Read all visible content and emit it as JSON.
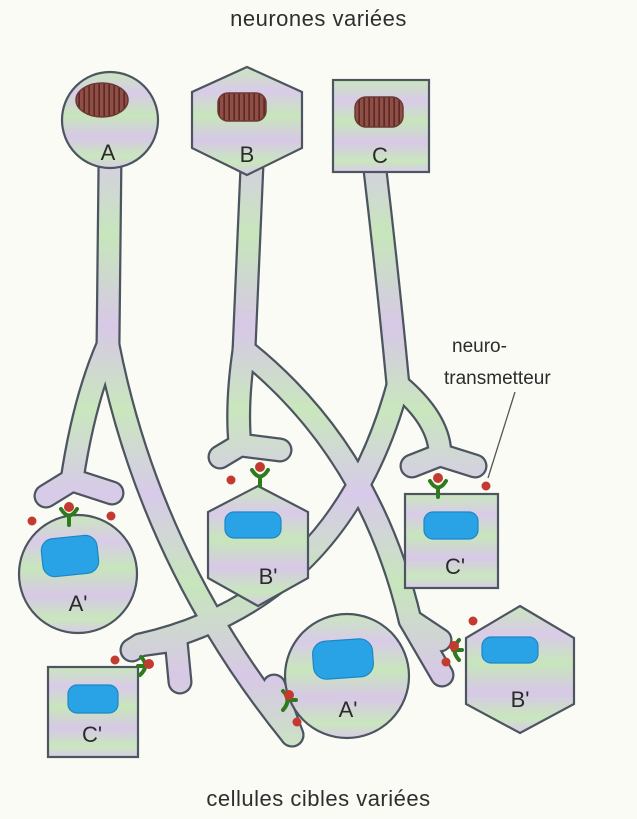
{
  "title_top": "neurones variées",
  "title_bottom": "cellules cibles variées",
  "neurons": [
    {
      "label": "A",
      "shape": "circle"
    },
    {
      "label": "B",
      "shape": "hexagon"
    },
    {
      "label": "C",
      "shape": "square"
    }
  ],
  "targets": [
    {
      "label": "A'",
      "shape": "circle"
    },
    {
      "label": "B'",
      "shape": "hexagon"
    },
    {
      "label": "C'",
      "shape": "square"
    },
    {
      "label": "A'",
      "shape": "circle"
    },
    {
      "label": "B'",
      "shape": "hexagon"
    },
    {
      "label": "C'",
      "shape": "square"
    }
  ],
  "annotation": {
    "line1": "neuro-",
    "line2": "transmetteur"
  },
  "colors": {
    "cell_green": "#c9e7bd",
    "cell_lilac": "#d7c9e8",
    "outline": "#4c5560",
    "neuron_nucleus": "#8a4a42",
    "target_nucleus": "#2aa3e6",
    "receptor": "#2f7a1f",
    "neurotransmitter": "#c33a30"
  }
}
